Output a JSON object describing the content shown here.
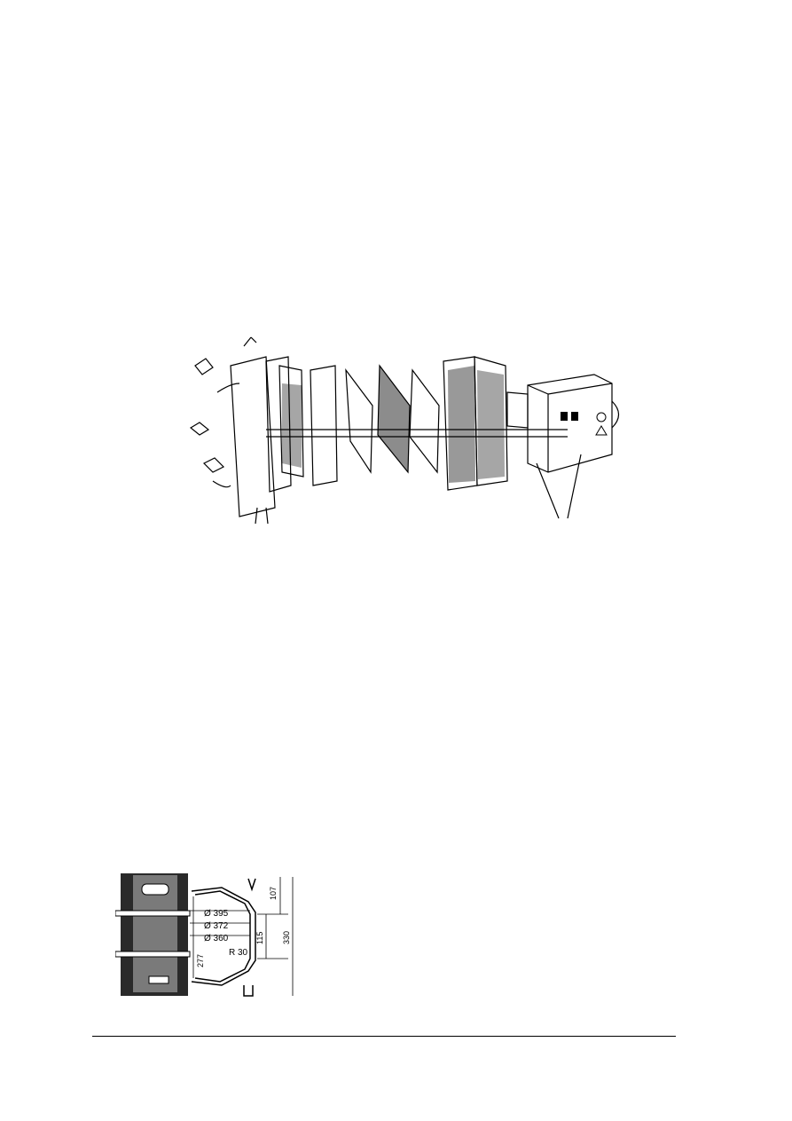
{
  "page": {
    "figure_top": {
      "description_icon": "filter-press-drawing"
    },
    "figure_bottom": {
      "icon": "keg-cross-section-drawing",
      "dimensions": {
        "d1": "Ø 395",
        "d2": "Ø 372",
        "d3": "Ø 360",
        "r": "R 30",
        "h_inner": "277",
        "h_115": "115",
        "h_107": "107",
        "h_330": "330"
      }
    }
  }
}
